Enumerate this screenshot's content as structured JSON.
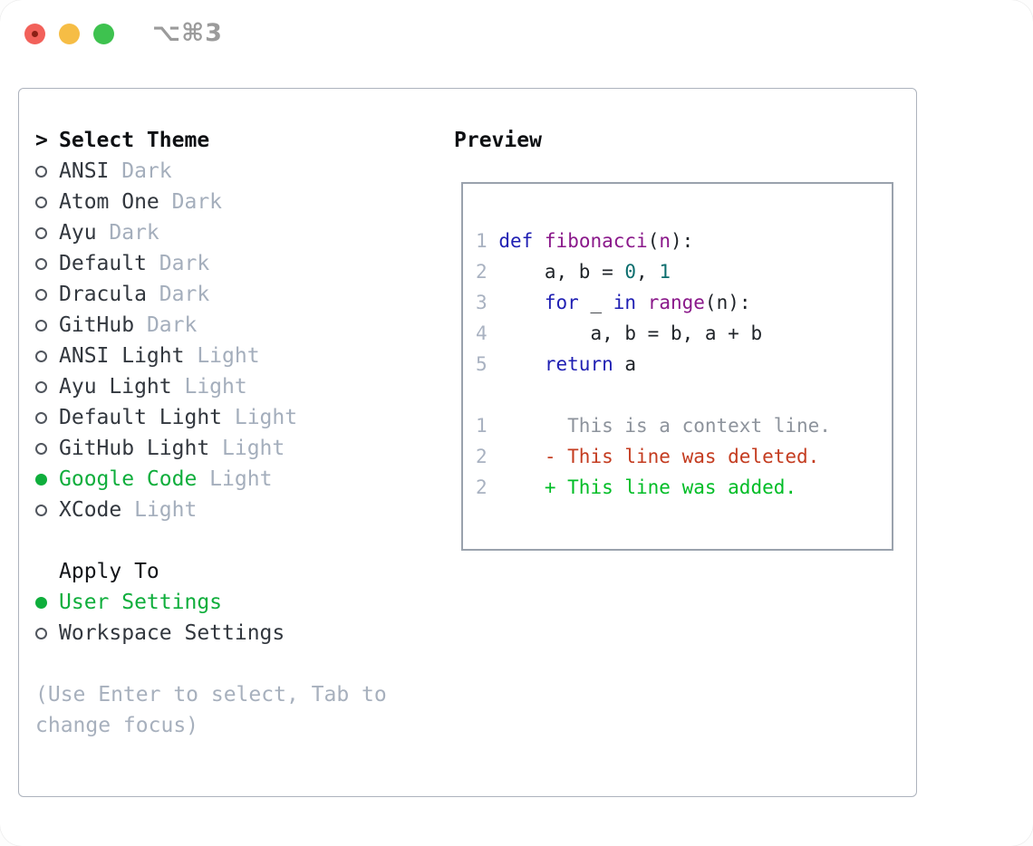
{
  "window": {
    "title": "⌥⌘3",
    "traffic_lights": [
      "close",
      "minimize",
      "zoom"
    ]
  },
  "theme_picker": {
    "header": {
      "prompt": ">",
      "label": "Select Theme"
    },
    "items": [
      {
        "name": "ANSI",
        "variant": "Dark",
        "selected": false
      },
      {
        "name": "Atom One",
        "variant": "Dark",
        "selected": false
      },
      {
        "name": "Ayu",
        "variant": "Dark",
        "selected": false
      },
      {
        "name": "Default",
        "variant": "Dark",
        "selected": false
      },
      {
        "name": "Dracula",
        "variant": "Dark",
        "selected": false
      },
      {
        "name": "GitHub",
        "variant": "Dark",
        "selected": false
      },
      {
        "name": "ANSI Light",
        "variant": "Light",
        "selected": false
      },
      {
        "name": "Ayu Light",
        "variant": "Light",
        "selected": false
      },
      {
        "name": "Default Light",
        "variant": "Light",
        "selected": false
      },
      {
        "name": "GitHub Light",
        "variant": "Light",
        "selected": false
      },
      {
        "name": "Google Code",
        "variant": "Light",
        "selected": true
      },
      {
        "name": "XCode",
        "variant": "Light",
        "selected": false
      }
    ],
    "apply_to": {
      "label": "Apply To",
      "options": [
        {
          "name": "User Settings",
          "selected": true
        },
        {
          "name": "Workspace Settings",
          "selected": false
        }
      ]
    },
    "help_text": "(Use Enter to select, Tab to change focus)"
  },
  "preview": {
    "label": "Preview",
    "code_lines": [
      {
        "num": "1",
        "tokens": [
          [
            "pl",
            " "
          ],
          [
            "kw",
            "def"
          ],
          [
            "pl",
            " "
          ],
          [
            "fn",
            "fibonacci"
          ],
          [
            "pl",
            "("
          ],
          [
            "fn",
            "n"
          ],
          [
            "pl",
            "):"
          ]
        ]
      },
      {
        "num": "2",
        "tokens": [
          [
            "pl",
            "     a, b = "
          ],
          [
            "lit",
            "0"
          ],
          [
            "pl",
            ", "
          ],
          [
            "lit",
            "1"
          ]
        ]
      },
      {
        "num": "3",
        "tokens": [
          [
            "pl",
            "     "
          ],
          [
            "kw",
            "for"
          ],
          [
            "pl",
            " _ "
          ],
          [
            "kw",
            "in"
          ],
          [
            "pl",
            " "
          ],
          [
            "fn",
            "range"
          ],
          [
            "pl",
            "(n):"
          ]
        ]
      },
      {
        "num": "4",
        "tokens": [
          [
            "pl",
            "         a, b = b, a + b"
          ]
        ]
      },
      {
        "num": "5",
        "tokens": [
          [
            "pl",
            "     "
          ],
          [
            "kw",
            "return"
          ],
          [
            "pl",
            " a"
          ]
        ]
      }
    ],
    "diff_lines": [
      {
        "num": "1",
        "tokens": [
          [
            "ctx",
            "       This is a context line."
          ]
        ]
      },
      {
        "num": "2",
        "tokens": [
          [
            "del",
            "     - This line was deleted."
          ]
        ]
      },
      {
        "num": "2",
        "tokens": [
          [
            "add",
            "     + This line was added."
          ]
        ]
      }
    ]
  },
  "colors": {
    "accent_green": "#0fae3c",
    "added_green": "#00bd26",
    "deleted_red": "#c43c20",
    "keyword_blue": "#1f1fb3",
    "entity_purple": "#8a188a",
    "literal_teal": "#0c6e6e",
    "gutter_gray": "#a9b2c1",
    "muted_gray": "#a4aebc",
    "panel_border": "#adb3bd",
    "preview_border": "#9aa2ad"
  }
}
